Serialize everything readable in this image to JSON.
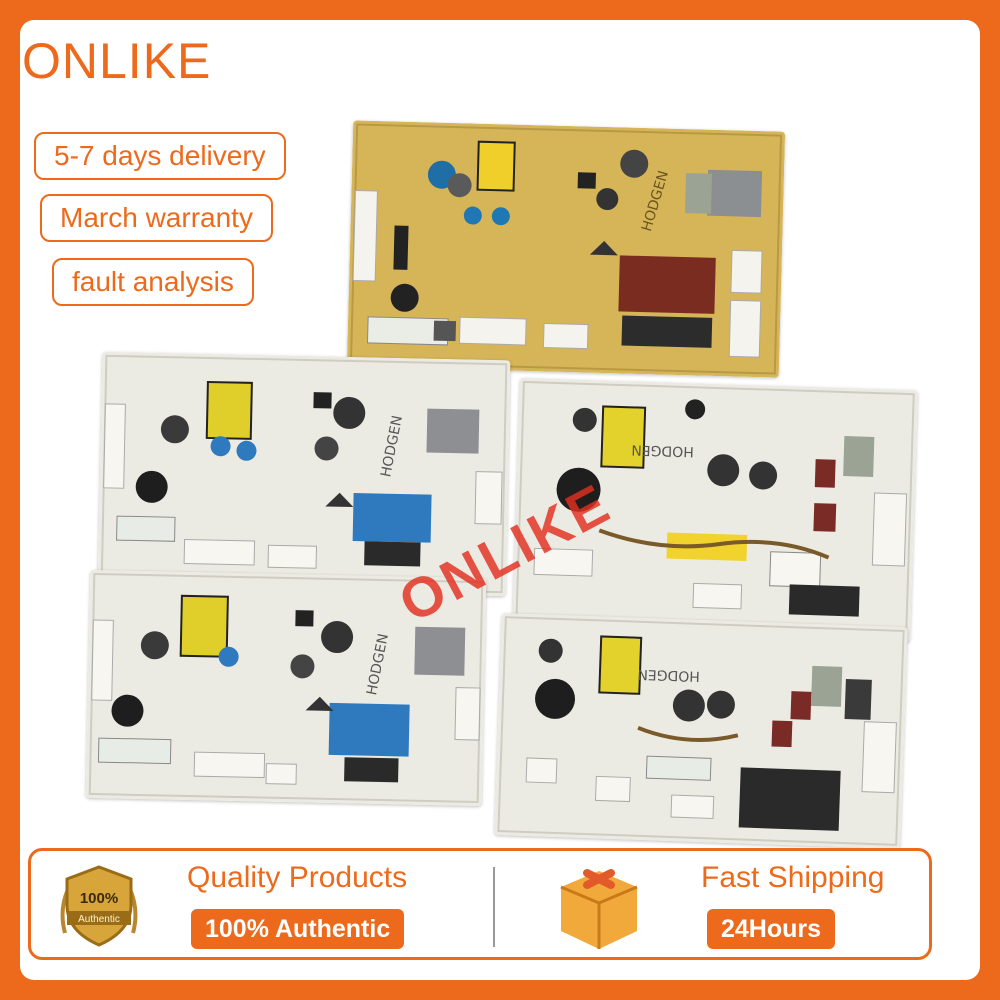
{
  "brand": {
    "name": "ONLIKE",
    "color": "#ed6a1d"
  },
  "badges": [
    {
      "label": "5-7 days delivery"
    },
    {
      "label": "March warranty"
    },
    {
      "label": "fault analysis"
    }
  ],
  "product": {
    "board_label": "HODGEN",
    "watermark": "ONLIKE"
  },
  "footer": {
    "quality": {
      "title": "Quality Products",
      "tag": "100% Authentic",
      "seal_text": "100%",
      "seal_subtext": "Authentic"
    },
    "shipping": {
      "title": "Fast Shipping",
      "tag": "24Hours",
      "icon": "package-box-icon"
    }
  },
  "colors": {
    "accent": "#ed6a1d",
    "board_yellow": "#d6b558",
    "board_white": "#ecebe3",
    "relay_blue": "#2f79bf",
    "watermark_red": "#e22e20"
  }
}
